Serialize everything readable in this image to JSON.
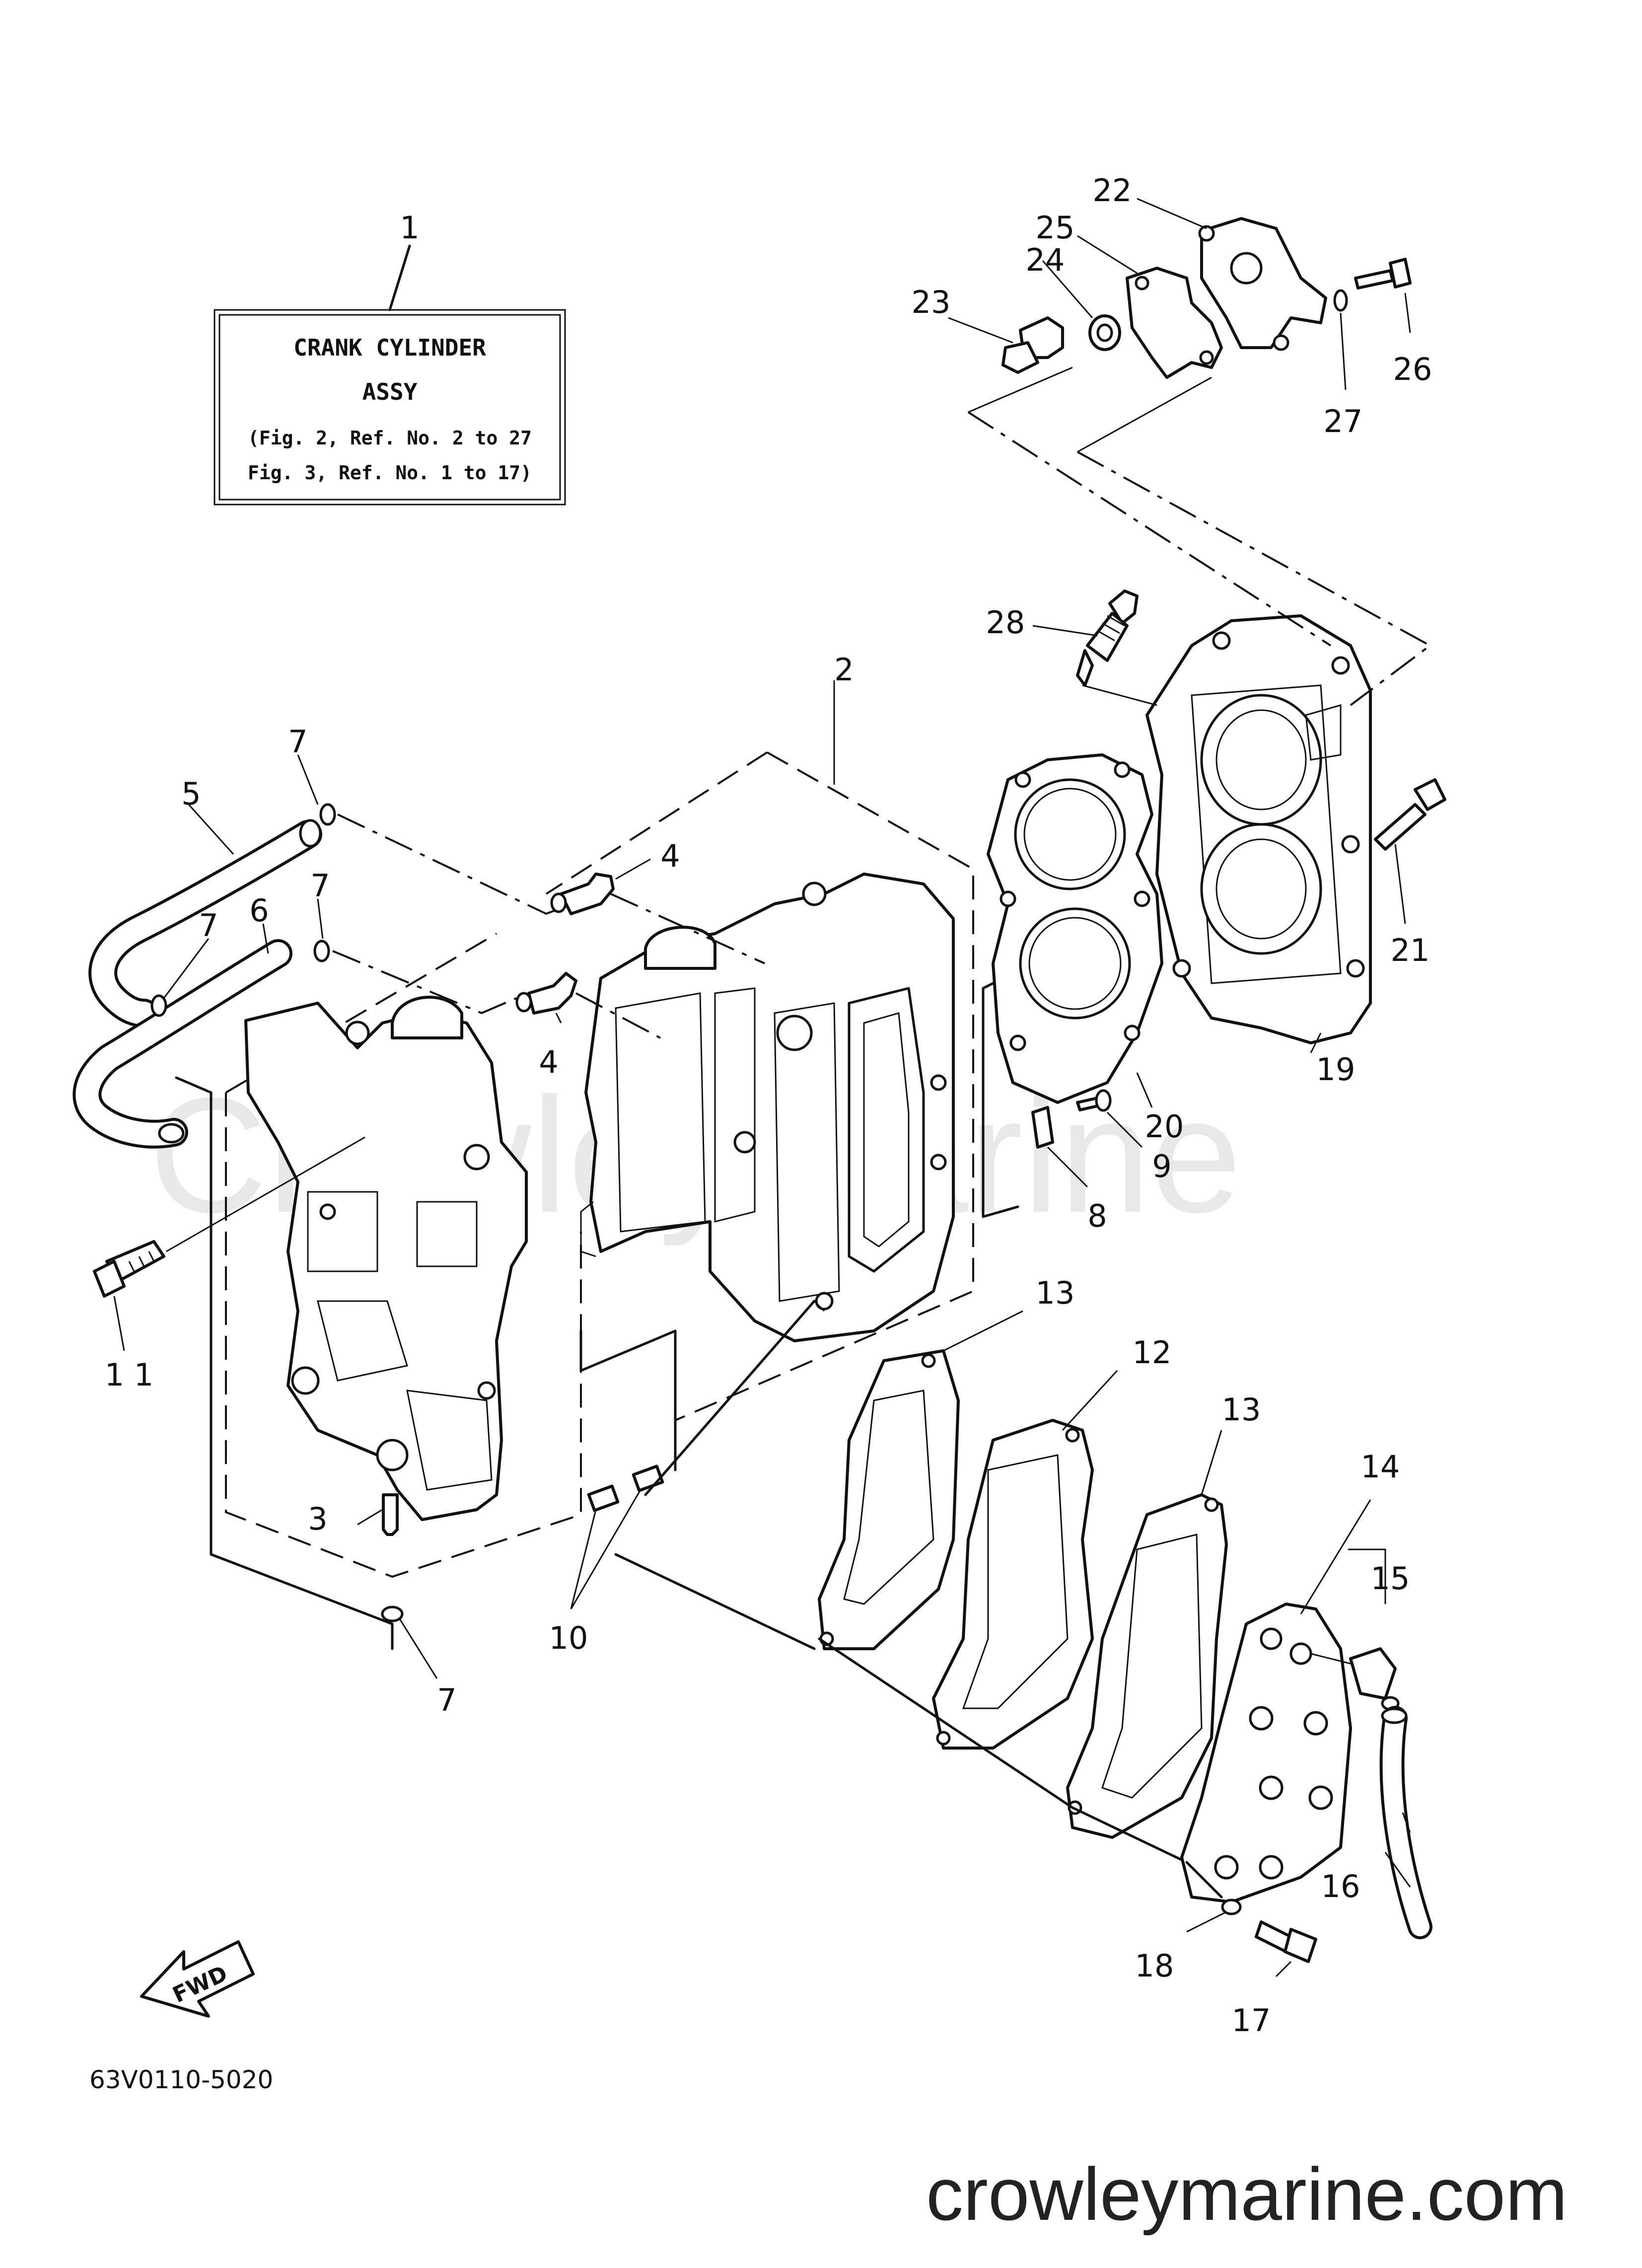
{
  "diagram": {
    "code": "63V0110-5020",
    "watermark": "CrowleyMarine",
    "website": "crowleymarine.com",
    "fwd_label": "FWD",
    "callout_box": {
      "line1": "CRANK CYLINDER",
      "line2": "ASSY",
      "line3": "(Fig. 2, Ref. No. 2 to 27",
      "line4": "Fig. 3, Ref. No. 1 to 17)"
    },
    "labels": {
      "n1": "1",
      "n2": "2",
      "n3": "3",
      "n4a": "4",
      "n4b": "4",
      "n5": "5",
      "n6": "6",
      "n7a": "7",
      "n7b": "7",
      "n7c": "7",
      "n7d": "7",
      "n8": "8",
      "n9": "9",
      "n10": "10",
      "n11": "1 1",
      "n12": "12",
      "n13a": "13",
      "n13b": "13",
      "n14": "14",
      "n15": "15",
      "n16": "16",
      "n17": "17",
      "n18": "18",
      "n19": "19",
      "n20": "20",
      "n21": "21",
      "n22": "22",
      "n23": "23",
      "n24": "24",
      "n25": "25",
      "n26": "26",
      "n27": "27",
      "n28": "28"
    }
  }
}
